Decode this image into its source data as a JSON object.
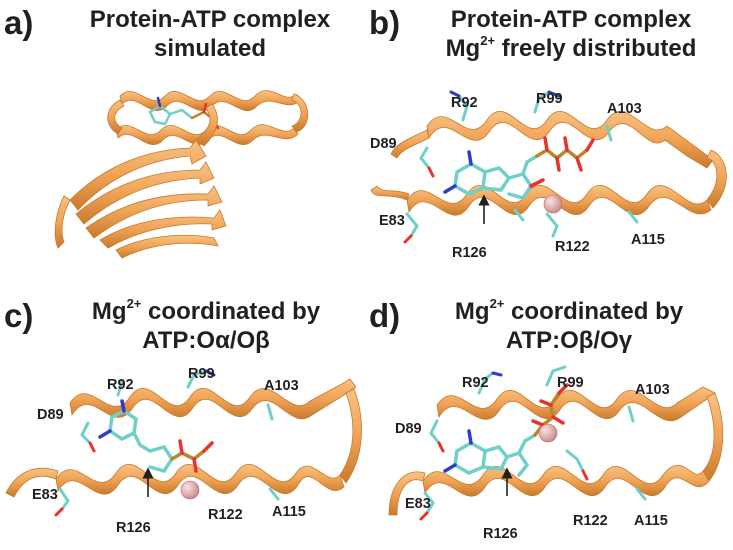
{
  "panels": {
    "a": {
      "letter": "a)",
      "title_line1": "Protein-ATP complex",
      "title_line2": "simulated"
    },
    "b": {
      "letter": "b)",
      "title_line1": "Protein-ATP complex",
      "title_line2_pre": "Mg",
      "title_line2_sup": "2+",
      "title_line2_post": " freely distributed",
      "labels": {
        "r92": "R92",
        "r99": "R99",
        "a103": "A103",
        "d89": "D89",
        "e83": "E83",
        "r126": "R126",
        "r122": "R122",
        "a115": "A115"
      }
    },
    "c": {
      "letter": "c)",
      "title_line1_pre": "Mg",
      "title_line1_sup": "2+",
      "title_line1_post": " coordinated by",
      "title_line2": "ATP:Oα/Oβ",
      "labels": {
        "r92": "R92",
        "r99": "R99",
        "a103": "A103",
        "d89": "D89",
        "e83": "E83",
        "r126": "R126",
        "r122": "R122",
        "a115": "A115"
      }
    },
    "d": {
      "letter": "d)",
      "title_line1_pre": "Mg",
      "title_line1_sup": "2+",
      "title_line1_post": " coordinated by",
      "title_line2": "ATP:Oβ/Oγ",
      "labels": {
        "r92": "R92",
        "r99": "R99",
        "a103": "A103",
        "d89": "D89",
        "e83": "E83",
        "r126": "R126",
        "r122": "R122",
        "a115": "A115"
      }
    }
  },
  "colors": {
    "ribbon": "#f0a356",
    "ribbon_dark": "#c97a2c",
    "carbon": "#6fcfc9",
    "oxygen": "#e8322a",
    "nitrogen": "#2f3cc8",
    "hydrogen": "#f4f4f4",
    "phosphorus": "#b8862b",
    "magnesium": "#e8a6a6",
    "text": "#231f20"
  }
}
